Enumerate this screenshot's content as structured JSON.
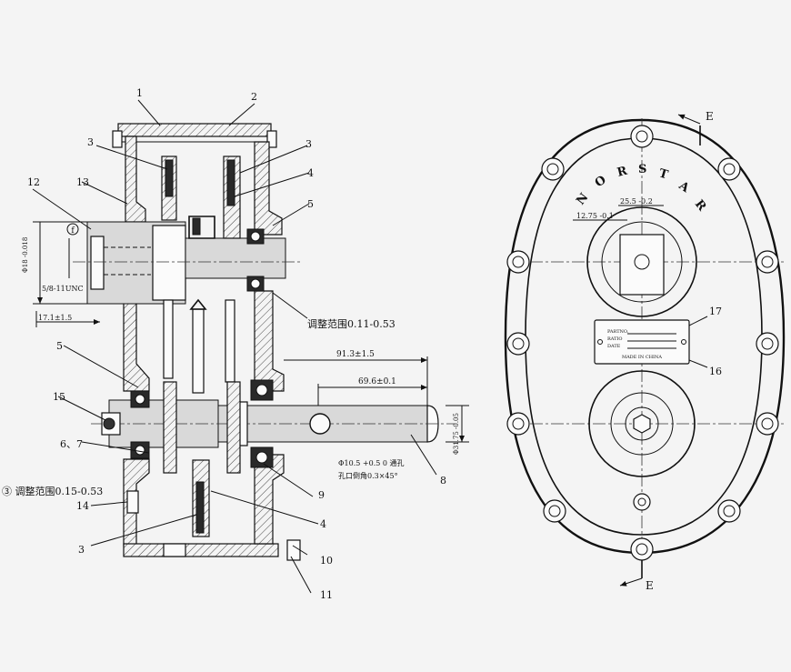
{
  "callouts": {
    "n1": "1",
    "n2": "2",
    "n3a": "3",
    "n3b": "3",
    "n3c": "3",
    "n4a": "4",
    "n4b": "4",
    "n5a": "5",
    "n5b": "5",
    "n6_7": "6、7",
    "n8": "8",
    "n9": "9",
    "n10": "10",
    "n11": "11",
    "n12": "12",
    "n13": "13",
    "n14": "14",
    "n15": "15",
    "n16": "16",
    "n17": "17"
  },
  "dimensions": {
    "d_18": "Φ18 -0.018",
    "thread": "5/8-11UNC",
    "d_17": "17.1±1.5",
    "d_91": "91.3±1.5",
    "d_69": "69.6±0.1",
    "d_31": "Φ31.75 -0.05",
    "d_hole": "Φ10.5 +0.5 0 通孔",
    "chamfer": "孔口倒角0.3×45°",
    "d_12": "12.75 -0.1",
    "d_25": "25.5 -0.2"
  },
  "notes": {
    "adjust_1": "调整范围0.11-0.53",
    "adjust_3": "③ 调整范围0.15-0.53"
  },
  "section": {
    "e_top": "E",
    "e_bottom": "E"
  },
  "brand": {
    "letters": [
      "N",
      "O",
      "R",
      "S",
      "T",
      "A",
      "R"
    ]
  },
  "nameplate": {
    "row1": "PARTNO.",
    "row2": "RATIO",
    "row3": "DATE",
    "footer": "MADE IN CHINA"
  },
  "symbols": {
    "f_mark": "f"
  }
}
